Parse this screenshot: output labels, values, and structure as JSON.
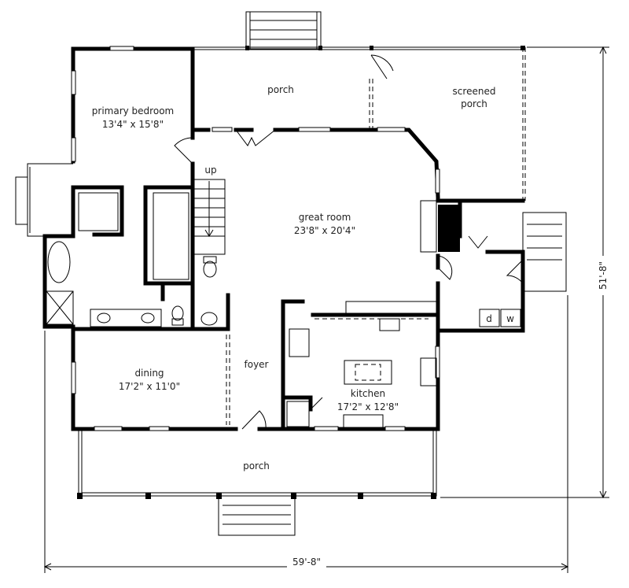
{
  "rooms": {
    "primary_bedroom": {
      "name": "primary bedroom",
      "size": "13'4\" x 15'8\""
    },
    "porch_rear": {
      "name": "porch"
    },
    "screened_porch": {
      "name_line1": "screened",
      "name_line2": "porch"
    },
    "great_room": {
      "name": "great room",
      "size": "23'8\" x 20'4\""
    },
    "stairs": {
      "label": "up"
    },
    "dining": {
      "name": "dining",
      "size": "17'2\" x 11'0\""
    },
    "foyer": {
      "name": "foyer"
    },
    "kitchen": {
      "name": "kitchen",
      "size": "17'2\" x 12'8\""
    },
    "porch_front": {
      "name": "porch"
    },
    "laundry": {
      "dryer": "d",
      "washer": "w"
    }
  },
  "dimensions": {
    "depth": "51'-8\"",
    "width": "59'-8\""
  }
}
